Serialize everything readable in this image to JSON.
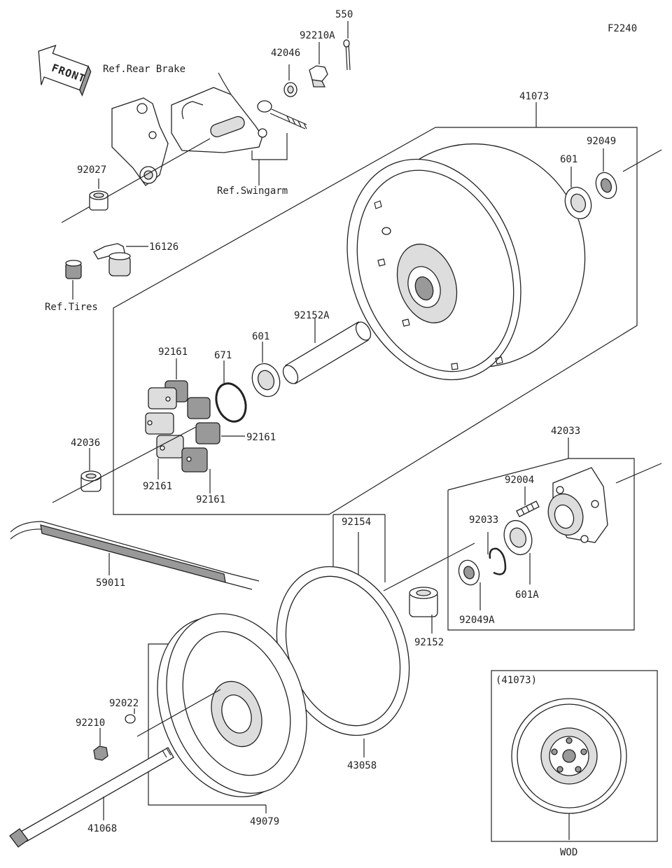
{
  "diagram_code": "F2240",
  "front_label": "FRONT",
  "inset_title": "(41073)",
  "inset_caption": "WOD",
  "labels": {
    "p550": "550",
    "p92210A": "92210A",
    "p42046": "42046",
    "ref_rear_brake": "Ref.Rear Brake",
    "p41073": "41073",
    "p92049": "92049",
    "p601_top": "601",
    "p92027": "92027",
    "ref_swingarm": "Ref.Swingarm",
    "p16126": "16126",
    "ref_tires": "Ref.Tires",
    "p92152A": "92152A",
    "p601_mid": "601",
    "p92161_a": "92161",
    "p671": "671",
    "p92161_b": "92161",
    "p42036": "42036",
    "p92161_c": "92161",
    "p92161_d": "92161",
    "p42033": "42033",
    "p92004": "92004",
    "p92154": "92154",
    "p92033": "92033",
    "p59011": "59011",
    "p601A": "601A",
    "p92049A": "92049A",
    "p92152": "92152",
    "p92022": "92022",
    "p92210": "92210",
    "p43058": "43058",
    "p41068": "41068",
    "p49079": "49079"
  }
}
